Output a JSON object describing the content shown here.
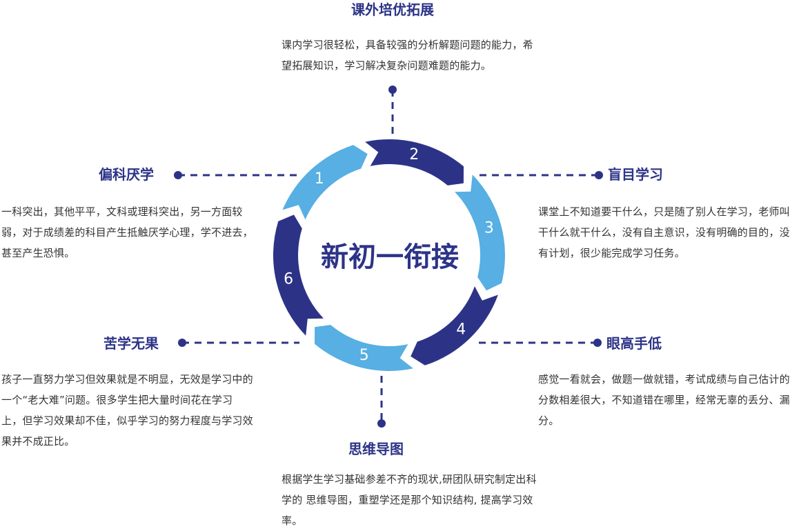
{
  "center_title": "新初一衔接",
  "segment_numbers": [
    "1",
    "2",
    "3",
    "4",
    "5",
    "6"
  ],
  "colors": {
    "dark": "#2c3387",
    "light": "#57afe3",
    "text": "#333333"
  },
  "items": {
    "top": {
      "title": "课外培优拓展",
      "desc": "课内学习很轻松，具备较强的分析解题问题的能力，希望拓展知识，学习解决复杂问题难题的能力。"
    },
    "upper_left": {
      "title": "偏科厌学",
      "desc": "一科突出，其他平平，文科或理科突出，另一方面较弱，对于成绩差的科目产生抵触厌学心理，学不进去，甚至产生恐惧。"
    },
    "upper_right": {
      "title": "盲目学习",
      "desc": "课堂上不知道要干什么，只是随了别人在学习，老师叫干什么就干什么，没有自主意识，没有明确的目的，没有计划，很少能完成学习任务。"
    },
    "lower_left": {
      "title": "苦学无果",
      "desc": "孩子一直努力学习但效果就是不明显，无效是学习中的一个“老大难”问题。很多学生把大量时间花在学习上，但学习效果却不佳，似乎学习的努力程度与学习效果并不成正比。"
    },
    "lower_right": {
      "title": "眼高手低",
      "desc": "感觉一看就会，做题一做就错，考试成绩与自己估计的分数相差很大，不知道错在哪里，经常无辜的丢分、漏分。"
    },
    "bottom": {
      "title": "思维导图",
      "desc": "根据学生学习基础参差不齐的现状,研团队研究制定出科学的 思维导图，重塑学还是那个知识结构, 提高学习效率。"
    }
  }
}
